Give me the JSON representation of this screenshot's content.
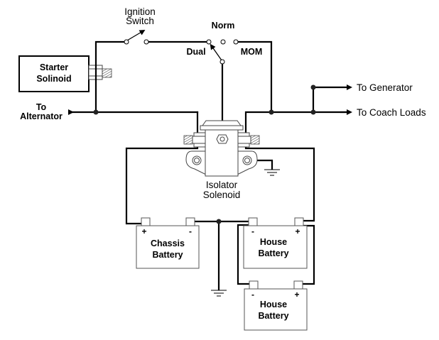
{
  "diagram": {
    "title": "Isolator Solenoid Dual Battery Wiring",
    "components": {
      "starter_solenoid": {
        "label_line1": "Starter",
        "label_line2": "Solinoid"
      },
      "ignition_switch": {
        "label_line1": "Ignition",
        "label_line2": "Switch"
      },
      "selector_switch": {
        "norm": "Norm",
        "dual": "Dual",
        "mom": "MOM"
      },
      "isolator_solenoid": {
        "label_line1": "Isolator",
        "label_line2": "Solenoid"
      },
      "chassis_battery": {
        "label_line1": "Chassis",
        "label_line2": "Battery",
        "pos": "+",
        "neg": "-"
      },
      "house_battery_1": {
        "label_line1": "House",
        "label_line2": "Battery",
        "pos": "+",
        "neg": "-"
      },
      "house_battery_2": {
        "label_line1": "House",
        "label_line2": "Battery",
        "pos": "+",
        "neg": "-"
      }
    },
    "outputs": {
      "alternator": {
        "line1": "To",
        "line2": "Alternator"
      },
      "generator": "To Generator",
      "coach_loads": "To Coach Loads"
    }
  }
}
